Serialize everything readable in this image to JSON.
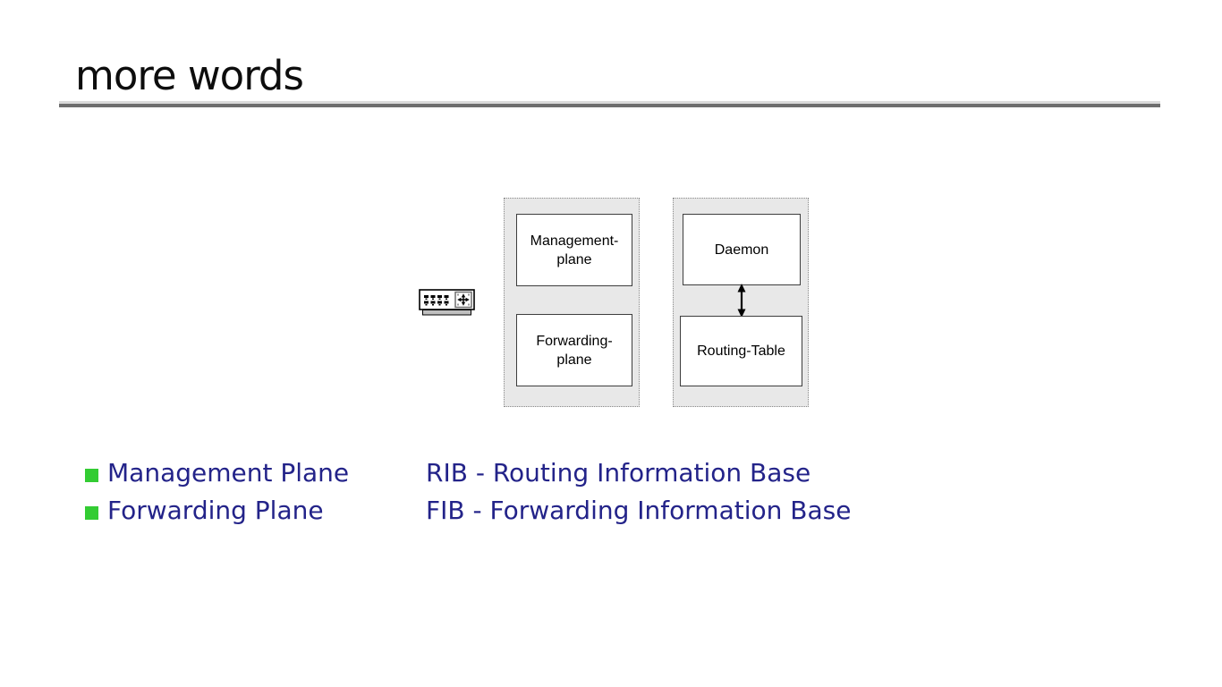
{
  "title": "more words",
  "diagram": {
    "management_box": {
      "line1": "Management-",
      "line2": "plane"
    },
    "forwarding_box": {
      "line1": "Forwarding-",
      "line2": "plane"
    },
    "daemon_box": {
      "label": "Daemon"
    },
    "routing_table_box": {
      "label": "Routing-Table"
    },
    "icons": {
      "device": "router-switch-icon",
      "routing_symbol": "crossroad-arrows-icon",
      "connector": "vertical-double-arrow-icon"
    }
  },
  "bullets": {
    "items": [
      {
        "term": "Management Plane",
        "definition": "RIB - Routing Information Base"
      },
      {
        "term": "Forwarding Plane",
        "definition": "FIB - Forwarding Information Base"
      }
    ]
  },
  "colors": {
    "bullet_green": "#33cc33",
    "text_navy": "#232389",
    "group_fill": "#e8e8e8",
    "rule_light": "#dadada",
    "rule_dark": "#6e6e6e",
    "node_border": "#3d3d3d"
  }
}
